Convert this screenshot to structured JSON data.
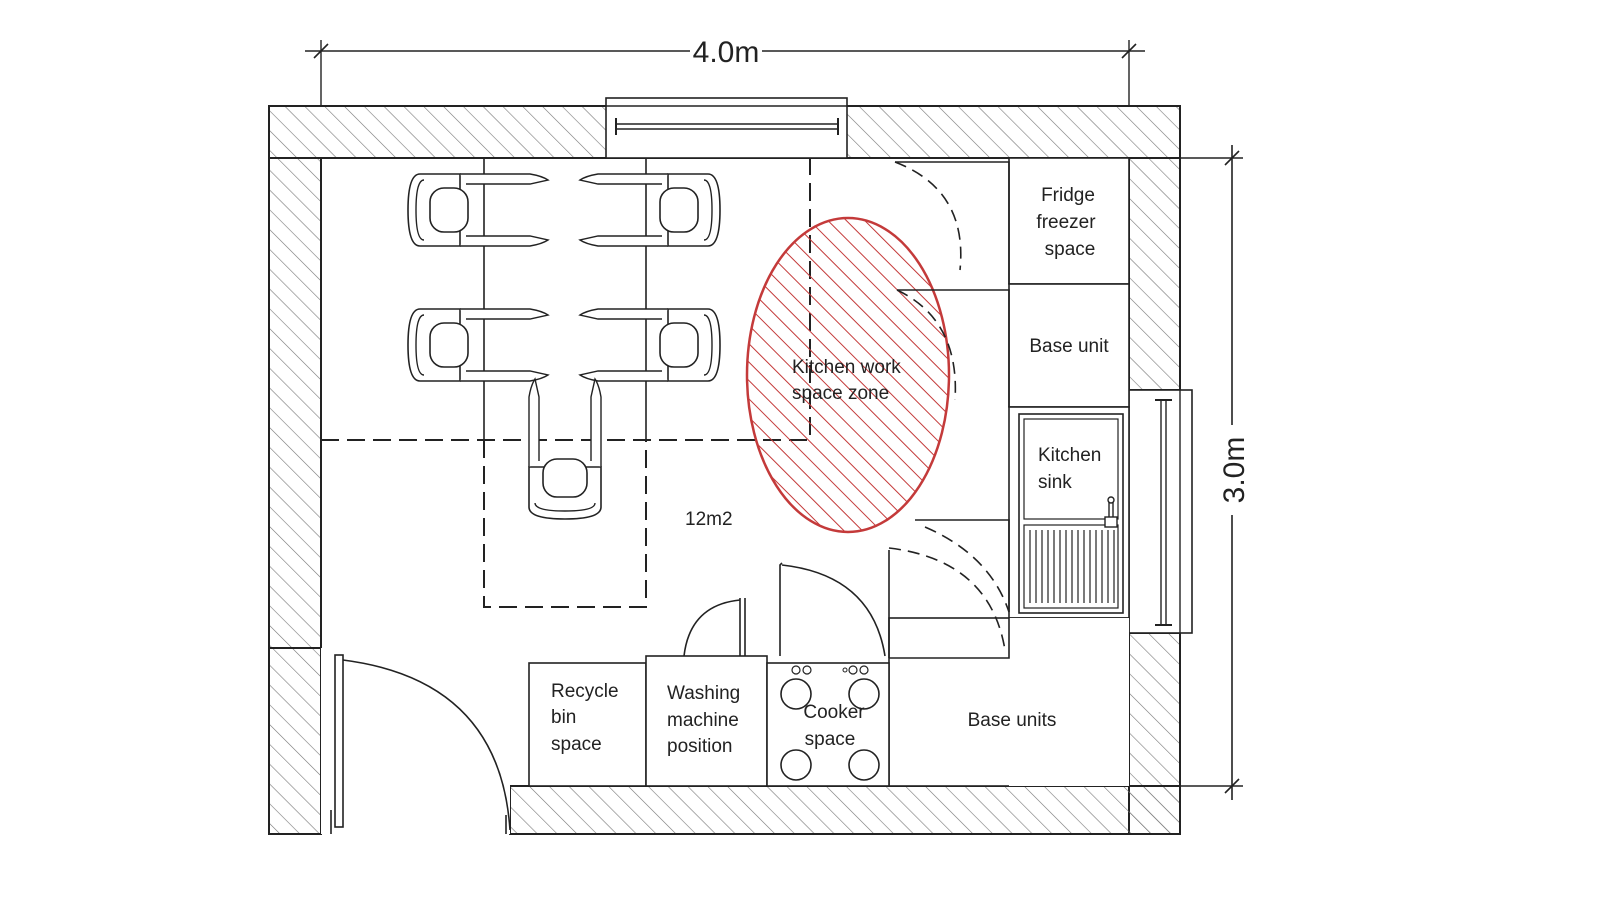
{
  "dimensions": {
    "width": "4.0m",
    "height": "3.0m"
  },
  "room": {
    "area": "12m2",
    "work_zone": [
      "Kitchen work",
      "space zone"
    ]
  },
  "fixtures": {
    "fridge": [
      "Fridge",
      "freezer",
      "space"
    ],
    "base_unit": "Base unit",
    "sink": [
      "Kitchen",
      "sink"
    ],
    "recycle_bin": [
      "Recycle",
      "bin",
      "space"
    ],
    "washing_machine": [
      "Washing",
      "machine",
      "position"
    ],
    "cooker": [
      "Cooker",
      "space"
    ],
    "base_units": "Base units"
  },
  "colors": {
    "wall_line": "#222222",
    "hatch": "#777777",
    "work_zone": "#c43a3a"
  }
}
